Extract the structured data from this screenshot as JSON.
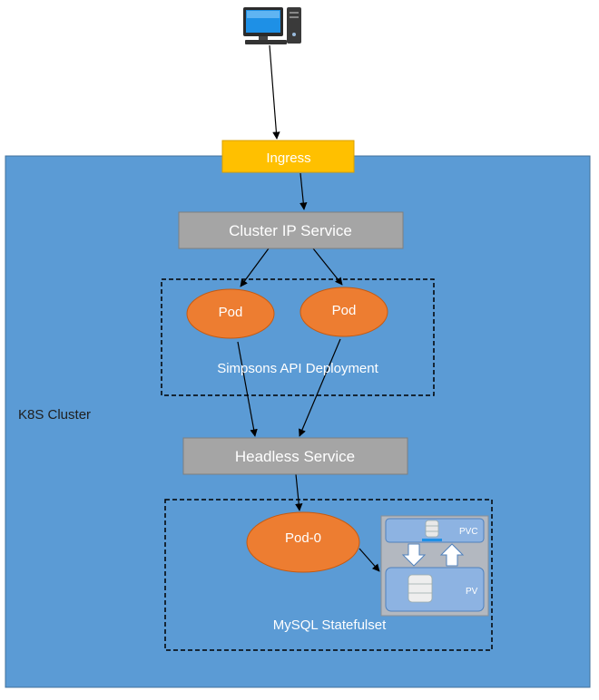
{
  "nodes": {
    "ingress": "Ingress",
    "cluster_ip_service": "Cluster IP Service",
    "pod_1": "Pod",
    "pod_2": "Pod",
    "deployment": "Simpsons API Deployment",
    "cluster": "K8S Cluster",
    "headless_service": "Headless Service",
    "pod_0": "Pod-0",
    "pvc": "PVC",
    "pv": "PV",
    "statefulset": "MySQL Statefulset"
  },
  "colors": {
    "cluster_fill": "#5b9bd5",
    "cluster_stroke": "#41719c",
    "ingress_fill": "#ffc000",
    "ingress_stroke": "#d9a000",
    "service_fill": "#a5a5a5",
    "service_stroke": "#7f7f7f",
    "pod_fill": "#ed7d31",
    "pod_stroke": "#c55a11",
    "storage_panel": "#b3b8c0",
    "storage_box": "#8db3e2",
    "text_light": "#ffffff",
    "text_dark": "#1f1f1f"
  },
  "icons": [
    "desktop-computer-icon",
    "database-icon"
  ]
}
